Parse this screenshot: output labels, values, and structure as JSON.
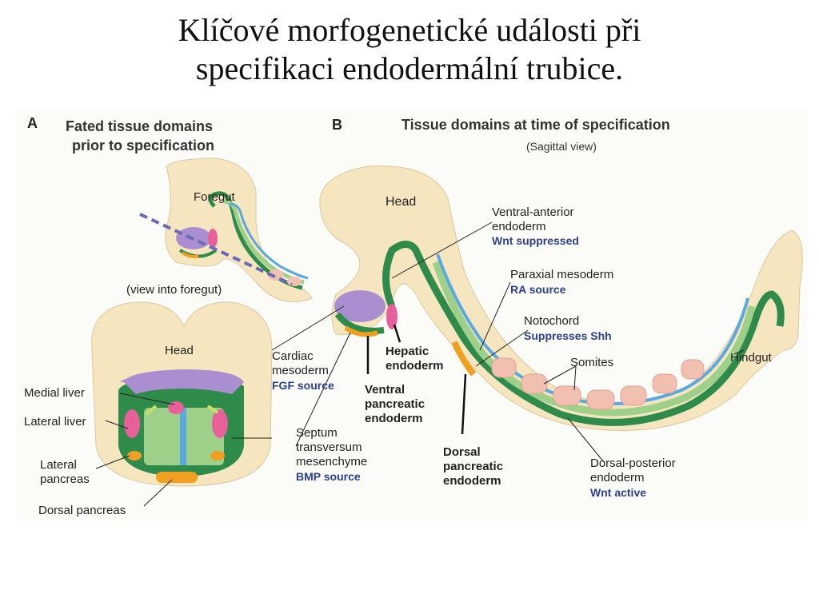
{
  "slide": {
    "title_line1": "Klíčové morfogenetické události při",
    "title_line2": "specifikaci endodermální trubice."
  },
  "panel_a": {
    "letter": "A",
    "title_line1": "Fated tissue domains",
    "title_line2": "prior to specification",
    "foregut": "Foregut",
    "view_note": "(view into foregut)",
    "head": "Head",
    "medial_liver": "Medial liver",
    "lateral_liver": "Lateral liver",
    "lateral_pancreas_1": "Lateral",
    "lateral_pancreas_2": "pancreas",
    "dorsal_pancreas": "Dorsal pancreas"
  },
  "panel_b": {
    "letter": "B",
    "title": "Tissue domains at time of specification",
    "subtitle": "(Sagittal view)",
    "head": "Head",
    "ventral_anterior_1": "Ventral-anterior",
    "ventral_anterior_2": "endoderm",
    "wnt_suppressed": "Wnt suppressed",
    "paraxial": "Paraxial mesoderm",
    "ra_source": "RA source",
    "notochord": "Notochord",
    "suppresses_shh": "Suppresses Shh",
    "somites": "Somites",
    "hindgut": "Hindgut",
    "cardiac_1": "Cardiac",
    "cardiac_2": "mesoderm",
    "fgf_source": "FGF source",
    "hepatic_1": "Hepatic",
    "hepatic_2": "endoderm",
    "ventral_panc_1": "Ventral",
    "ventral_panc_2": "pancreatic",
    "ventral_panc_3": "endoderm",
    "septum_1": "Septum",
    "septum_2": "transversum",
    "septum_3": "mesenchyme",
    "bmp_source": "BMP source",
    "dorsal_panc_1": "Dorsal",
    "dorsal_panc_2": "pancreatic",
    "dorsal_panc_3": "endoderm",
    "dorsal_post_1": "Dorsal-posterior",
    "dorsal_post_2": "endoderm",
    "wnt_active": "Wnt active"
  },
  "colors": {
    "tissue": "#f6e6c0",
    "endoderm_green": "#2e8b4a",
    "mesoderm_light_green": "#9fd08a",
    "notochord_blue": "#5aa8e0",
    "cardiac_purple": "#a98fcf",
    "liver_pink": "#e8609a",
    "pancreas_orange": "#f0a020",
    "somite_pink": "#f2c0b0",
    "blue_label": "#2b3f8f"
  }
}
